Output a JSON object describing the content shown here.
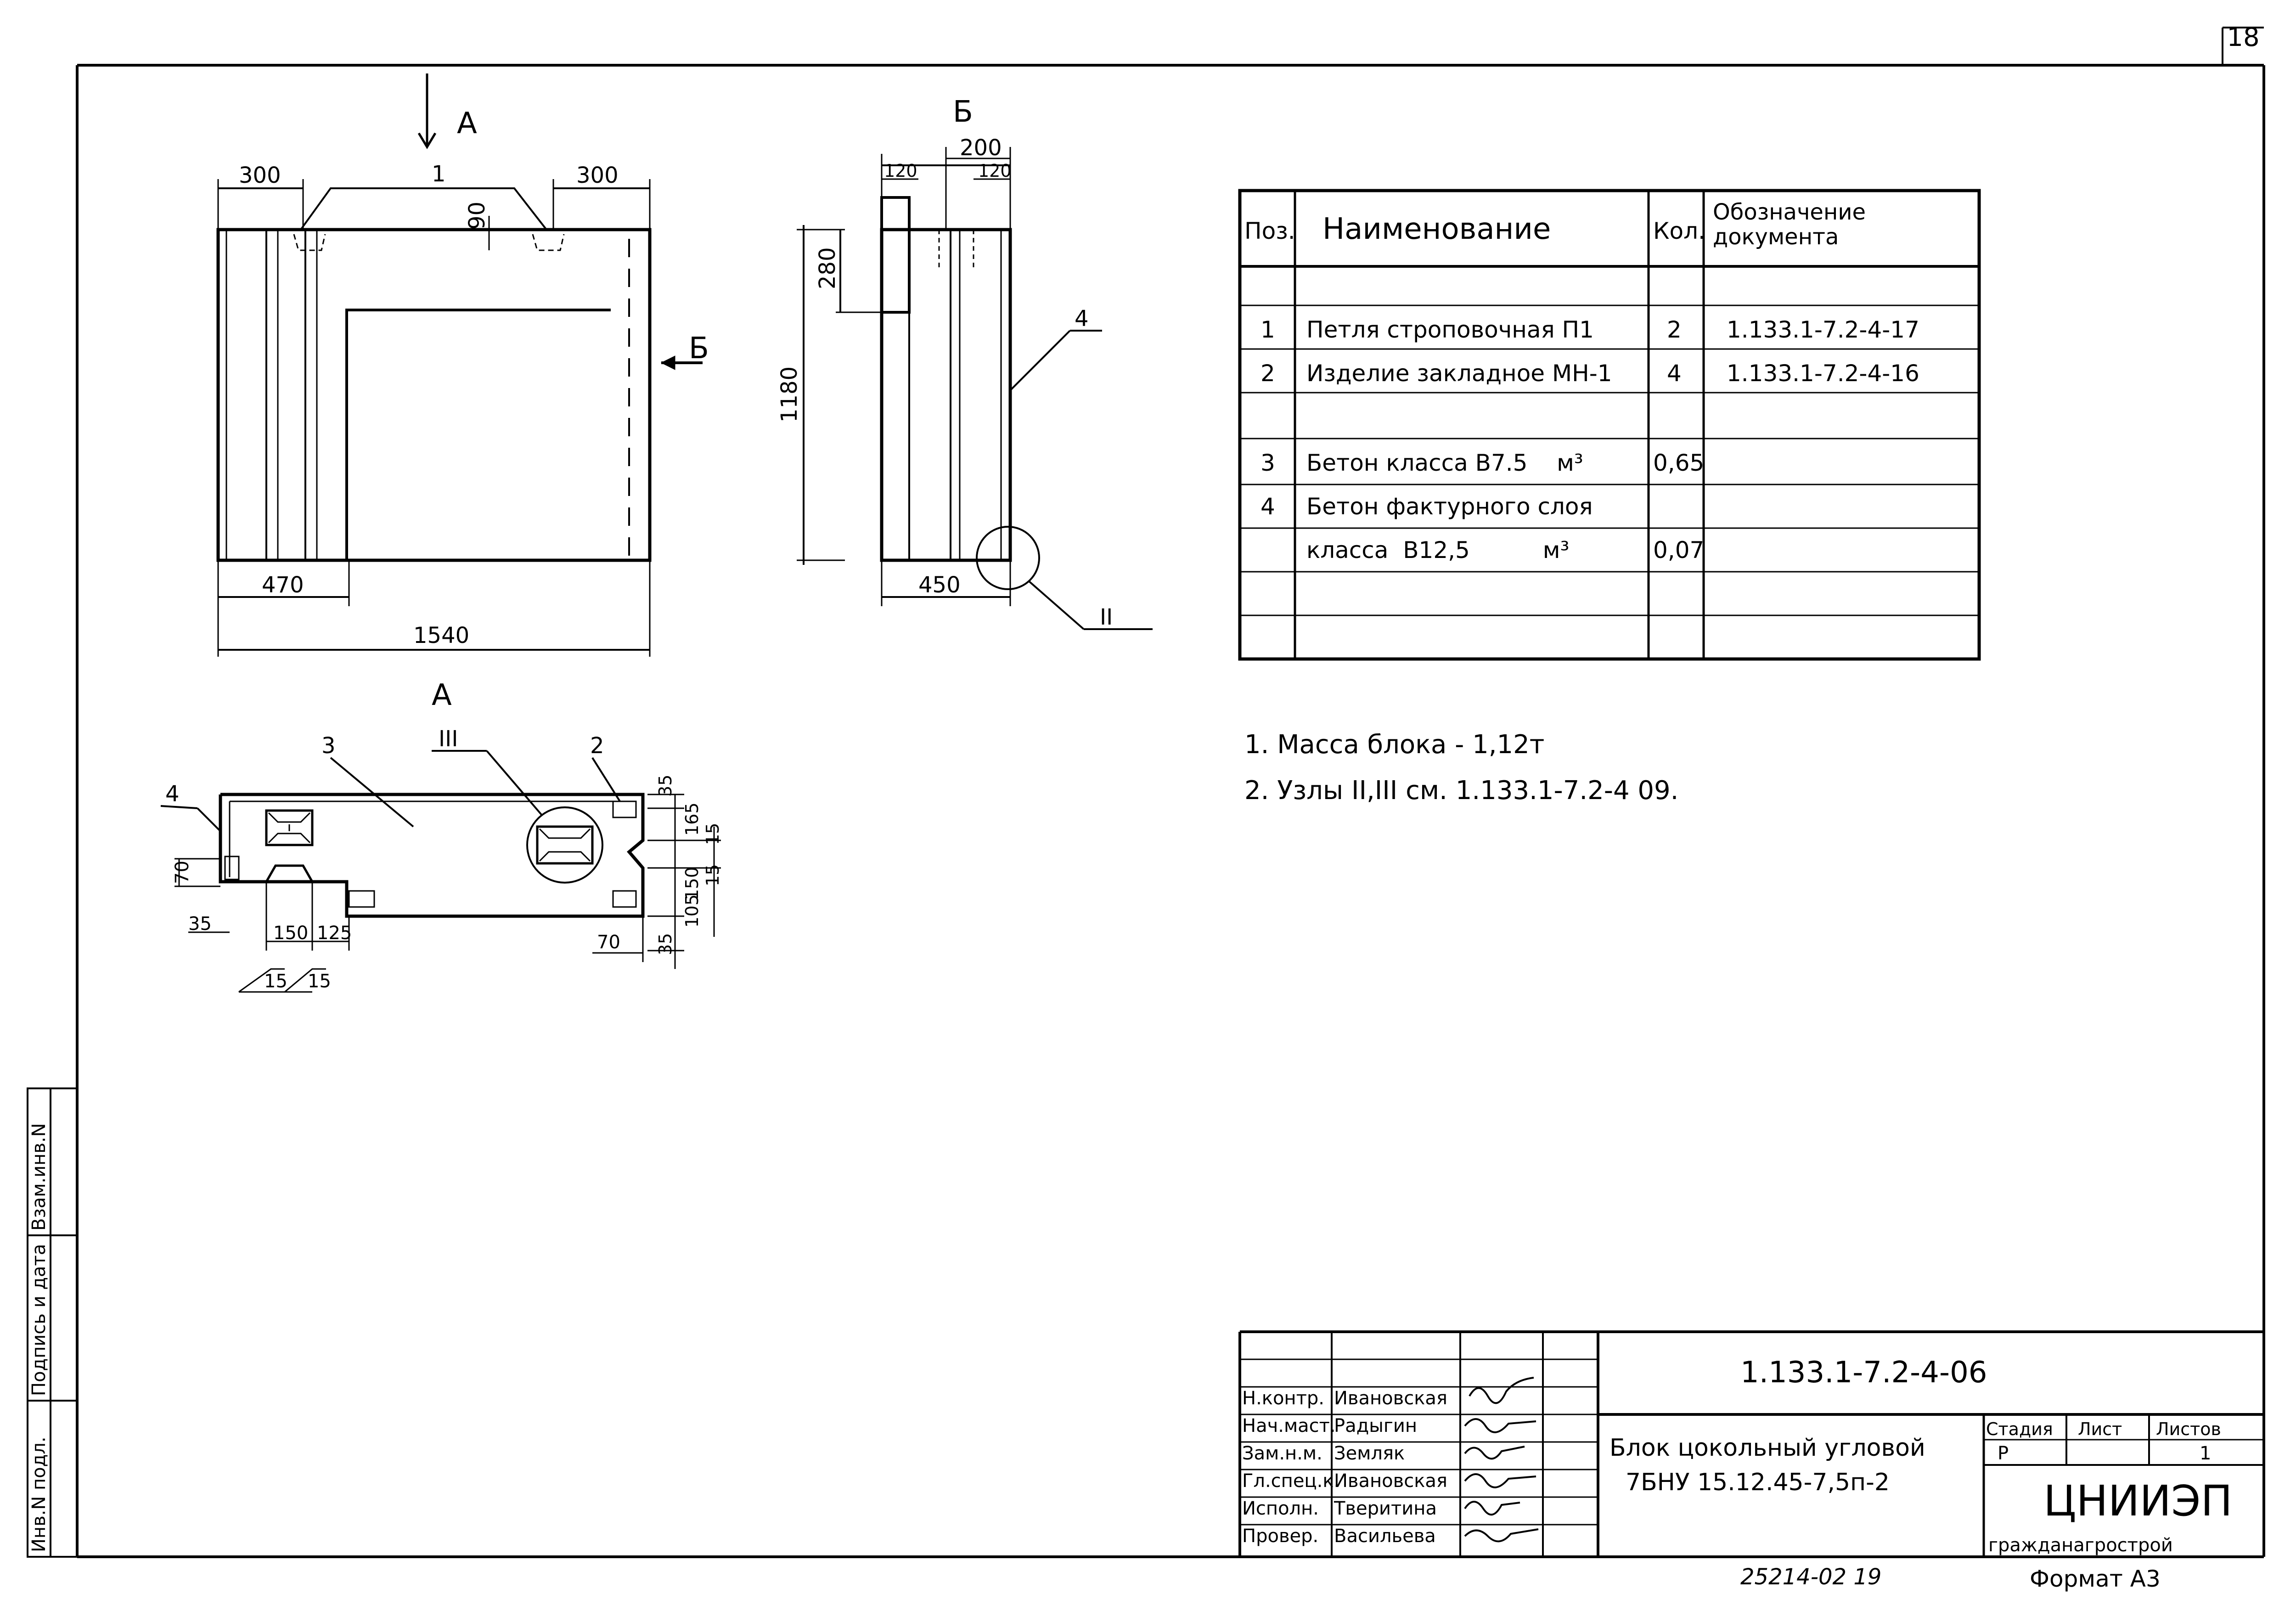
{
  "page_number": "18",
  "views": {
    "front": {
      "arrow_view": "А",
      "arrow_section": "Б",
      "dims": {
        "left_top": "300",
        "right_top": "300",
        "pos_mark": "1",
        "depth": "90",
        "bottom_partial": "470",
        "bottom_total": "1540"
      }
    },
    "side": {
      "title": "Б",
      "dims": {
        "top_width": "200",
        "left_top": "120",
        "right_top": "120",
        "upper_height": "280",
        "height": "1180",
        "bottom": "450"
      },
      "pos_mark": "4",
      "node_mark": "II"
    },
    "plan": {
      "title": "А",
      "pos_marks": {
        "left": "4",
        "concrete": "3",
        "node": "III",
        "embed": "2"
      },
      "dims": {
        "left_70": "70",
        "left_35": "35",
        "b150": "150",
        "b125": "125",
        "b15a": "15",
        "b15b": "15",
        "r35_top": "35",
        "r165": "165",
        "r15a": "15",
        "r150": "150",
        "r105": "105",
        "r15b": "15",
        "r70": "70",
        "r35_bottom": "35"
      }
    }
  },
  "spec_table": {
    "headers": [
      "Поз.",
      "Наименование",
      "Кол.",
      "Обозначение документа"
    ],
    "rows": [
      {
        "pos": "1",
        "name": "Петля строповочная П1",
        "qty": "2",
        "doc": "1.133.1-7.2-4-17"
      },
      {
        "pos": "2",
        "name": "Изделие закладное МН-1",
        "qty": "4",
        "doc": "1.133.1-7.2-4-16"
      },
      {
        "pos": "3",
        "name": "Бетон класса В7.5    м³",
        "qty": "0,65",
        "doc": ""
      },
      {
        "pos": "4",
        "name": "Бетон фактурного слоя",
        "qty": "",
        "doc": ""
      },
      {
        "pos": "",
        "name": "класса  В12,5          м³",
        "qty": "0,07",
        "doc": ""
      }
    ]
  },
  "notes": [
    "1. Масса блока - 1,12т",
    "2. Узлы II,III см. 1.133.1-7.2-4 09."
  ],
  "side_stamp": [
    "Инв.N подл.",
    "Подпись и дата",
    "Взам.инв.N"
  ],
  "title_block": {
    "code": "1.133.1-7.2-4-06",
    "title_line1": "Блок цокольный угловой",
    "title_line2": "7БНУ 15.12.45-7,5п-2",
    "roles": [
      {
        "role": "Н.контр.",
        "name": "Ивановская"
      },
      {
        "role": "Нач.маст.",
        "name": "Радыгин"
      },
      {
        "role": "Зам.н.м.",
        "name": "Земляк"
      },
      {
        "role": "Гл.спец.к.",
        "name": "Ивановская"
      },
      {
        "role": "Исполн.",
        "name": "Тверитина"
      },
      {
        "role": "Провер.",
        "name": "Васильева"
      }
    ],
    "stage_header": "Стадия",
    "sheet_header": "Лист",
    "sheets_header": "Листов",
    "stage": "Р",
    "sheet": "",
    "sheets": "1",
    "org_line1": "ЦНИИЭП",
    "org_line2": "гражданагрострой",
    "format": "Формат А3",
    "bottom_code": "25214-02   19"
  }
}
